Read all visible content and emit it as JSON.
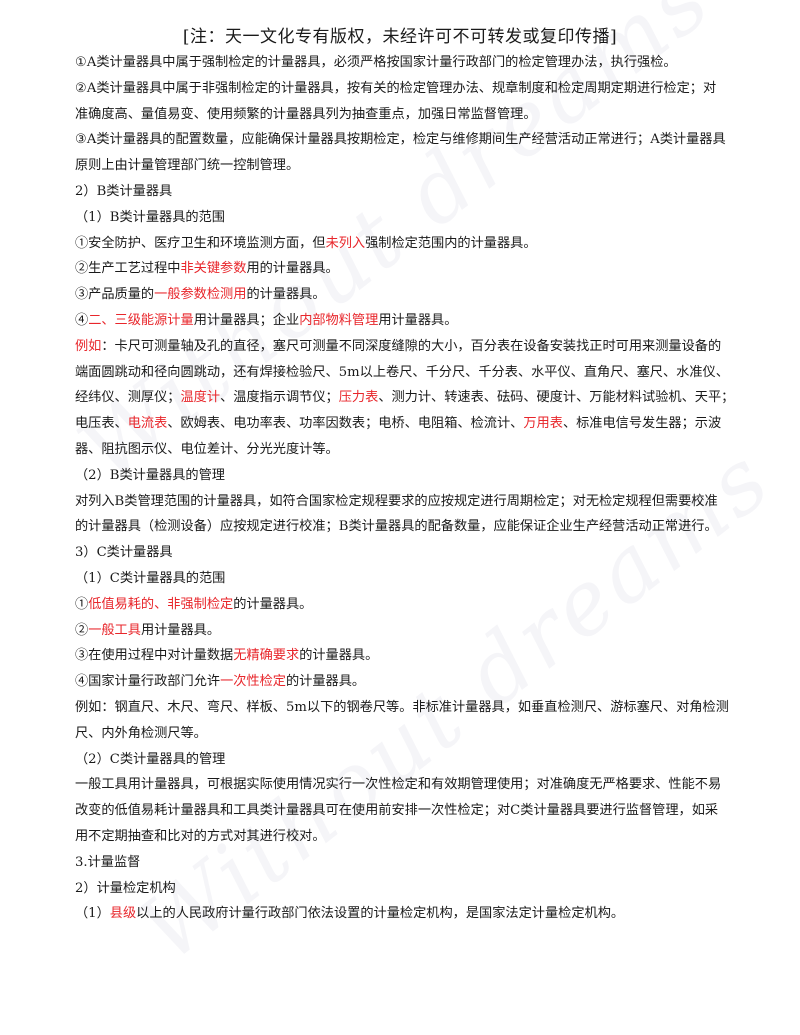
{
  "notice": "[注：天一文化专有版权，未经许可不可转发或复印传播]",
  "watermark": "Without dreams",
  "lines": [
    [
      {
        "t": "①A类计量器具中属于强制检定的计量器具，必须严格按国家计量行政部门的检定管理办法，执行强检。"
      }
    ],
    [
      {
        "t": "②A类计量器具中属于非强制检定的计量器具，按有关的检定管理办法、规章制度和检定周期定期进行检定；对"
      }
    ],
    [
      {
        "t": "准确度高、量值易变、使用频繁的计量器具列为抽查重点，加强日常监督管理。"
      }
    ],
    [
      {
        "t": "③A类计量器具的配置数量，应能确保计量器具按期检定，检定与维修期间生产经营活动正常进行；A类计量器具"
      }
    ],
    [
      {
        "t": "原则上由计量管理部门统一控制管理。"
      }
    ],
    [
      {
        "t": "2）B类计量器具"
      }
    ],
    [
      {
        "t": "（1）B类计量器具的范围"
      }
    ],
    [
      {
        "t": "①安全防护、医疗卫生和环境监测方面，但"
      },
      {
        "t": "未列入",
        "r": 1
      },
      {
        "t": "强制检定范围内的计量器具。"
      }
    ],
    [
      {
        "t": "②生产工艺过程中"
      },
      {
        "t": "非关键参数",
        "r": 1
      },
      {
        "t": "用的计量器具。"
      }
    ],
    [
      {
        "t": "③产品质量的"
      },
      {
        "t": "一般参数检测用",
        "r": 1
      },
      {
        "t": "的计量器具。"
      }
    ],
    [
      {
        "t": "④"
      },
      {
        "t": "二、三级能源计量",
        "r": 1
      },
      {
        "t": "用计量器具；企业"
      },
      {
        "t": "内部物料管理",
        "r": 1
      },
      {
        "t": "用计量器具。"
      }
    ],
    [
      {
        "t": "例如",
        "r": 1
      },
      {
        "t": "：卡尺可测量轴及孔的直径，塞尺可测量不同深度缝隙的大小，百分表在设备安装找正时可用来测量设备的"
      }
    ],
    [
      {
        "t": "端面圆跳动和径向圆跳动，还有焊接检验尺、5m以上卷尺、千分尺、千分表、水平仪、直角尺、塞尺、水准仪、"
      }
    ],
    [
      {
        "t": "经纬仪、测厚仪；"
      },
      {
        "t": "温度计",
        "r": 1
      },
      {
        "t": "、温度指示调节仪；"
      },
      {
        "t": "压力表",
        "r": 1
      },
      {
        "t": "、测力计、转速表、砝码、硬度计、万能材料试验机、天平；"
      }
    ],
    [
      {
        "t": "电压表、"
      },
      {
        "t": "电流表",
        "r": 1
      },
      {
        "t": "、欧姆表、电功率表、功率因数表；电桥、电阻箱、检流计、"
      },
      {
        "t": "万用表",
        "r": 1
      },
      {
        "t": "、标准电信号发生器；示波"
      }
    ],
    [
      {
        "t": "器、阻抗图示仪、电位差计、分光光度计等。"
      }
    ],
    [
      {
        "t": "（2）B类计量器具的管理"
      }
    ],
    [
      {
        "t": "对列入B类管理范围的计量器具，如符合国家检定规程要求的应按规定进行周期检定；对无检定规程但需要校准"
      }
    ],
    [
      {
        "t": "的计量器具（检测设备）应按规定进行校准；B类计量器具的配备数量，应能保证企业生产经营活动正常进行。"
      }
    ],
    [
      {
        "t": "3）C类计量器具"
      }
    ],
    [
      {
        "t": "（1）C类计量器具的范围"
      }
    ],
    [
      {
        "t": "①"
      },
      {
        "t": "低值易耗的、非强制检定",
        "r": 1
      },
      {
        "t": "的计量器具。"
      }
    ],
    [
      {
        "t": "②"
      },
      {
        "t": "一般工具",
        "r": 1
      },
      {
        "t": "用计量器具。"
      }
    ],
    [
      {
        "t": "③在使用过程中对计量数据"
      },
      {
        "t": "无精确要求",
        "r": 1
      },
      {
        "t": "的计量器具。"
      }
    ],
    [
      {
        "t": "④国家计量行政部门允许"
      },
      {
        "t": "一次性检定",
        "r": 1
      },
      {
        "t": "的计量器具。"
      }
    ],
    [
      {
        "t": "例如：钢直尺、木尺、弯尺、样板、5m以下的钢卷尺等。非标准计量器具，如垂直检测尺、游标塞尺、对角检测"
      }
    ],
    [
      {
        "t": "尺、内外角检测尺等。"
      }
    ],
    [
      {
        "t": "（2）C类计量器具的管理"
      }
    ],
    [
      {
        "t": "一般工具用计量器具，可根据实际使用情况实行一次性检定和有效期管理使用；对准确度无严格要求、性能不易"
      }
    ],
    [
      {
        "t": "改变的低值易耗计量器具和工具类计量器具可在使用前安排一次性检定；对C类计量器具要进行监督管理，如采"
      }
    ],
    [
      {
        "t": "用不定期抽查和比对的方式对其进行校对。"
      }
    ],
    [
      {
        "t": "3.计量监督"
      }
    ],
    [
      {
        "t": "2）计量检定机构"
      }
    ],
    [
      {
        "t": "（1）"
      },
      {
        "t": "县级",
        "r": 1
      },
      {
        "t": "以上的人民政府计量行政部门依法设置的计量检定机构，是国家法定计量检定机构。"
      }
    ]
  ]
}
